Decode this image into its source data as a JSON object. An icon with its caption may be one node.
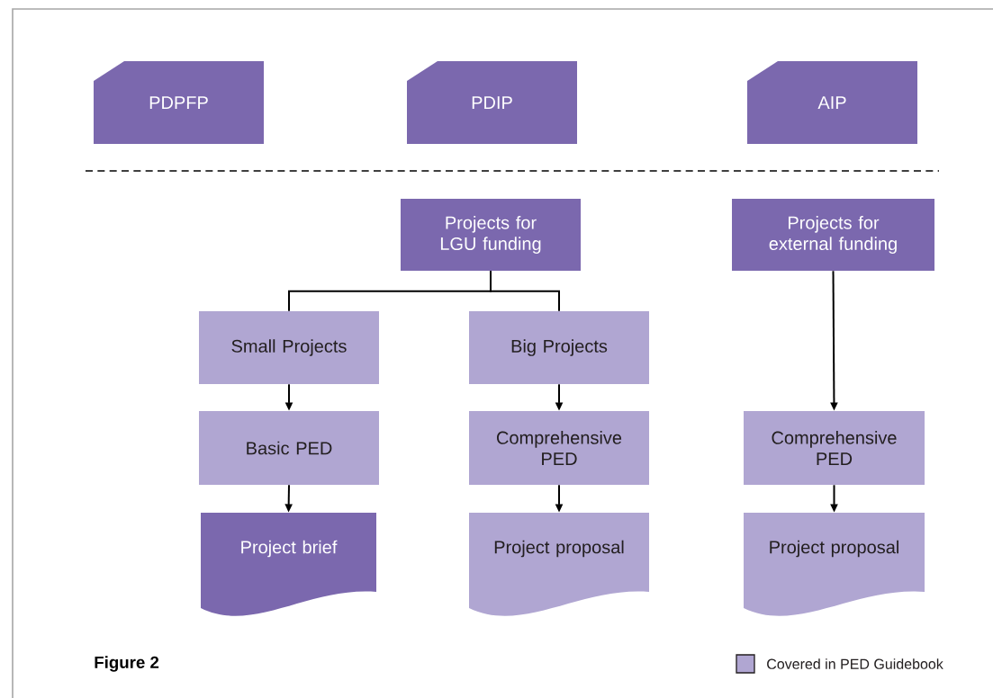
{
  "diagram": {
    "caption": "Figure 2",
    "nodes": [
      {
        "text": [
          "PDPFP"
        ]
      },
      {
        "text": [
          "PDIP"
        ]
      },
      {
        "text": [
          "AIP"
        ]
      },
      {
        "text": [
          "Projects for LGU funding"
        ]
      },
      {
        "text": [
          "Projects for external funding"
        ]
      },
      {
        "text": [
          "Small Projects"
        ]
      },
      {
        "text": [
          "Big Projects"
        ]
      },
      {
        "text": [
          "Basic PED"
        ]
      },
      {
        "text": [
          "Comprehensive PED"
        ]
      },
      {
        "text": [
          "Comprehensive PED"
        ]
      },
      {
        "text": [
          "Project brief"
        ]
      },
      {
        "text": [
          "Project proposal"
        ]
      },
      {
        "text": [
          "Project proposal"
        ]
      }
    ],
    "edges": [
      {
        "from": 3,
        "to": 5,
        "arrow": "none"
      },
      {
        "from": 3,
        "to": 6,
        "arrow": "none"
      },
      {
        "from": 4,
        "to": 9,
        "arrow": "to"
      },
      {
        "from": 5,
        "to": 7,
        "arrow": "to"
      },
      {
        "from": 6,
        "to": 8,
        "arrow": "to"
      },
      {
        "from": 7,
        "to": 10,
        "arrow": "to"
      },
      {
        "from": 8,
        "to": 11,
        "arrow": "to"
      },
      {
        "from": 9,
        "to": 12,
        "arrow": "to"
      }
    ],
    "legend": [
      {
        "text": "Covered in PED Guidebook",
        "color": "#b0a6d2"
      }
    ]
  }
}
